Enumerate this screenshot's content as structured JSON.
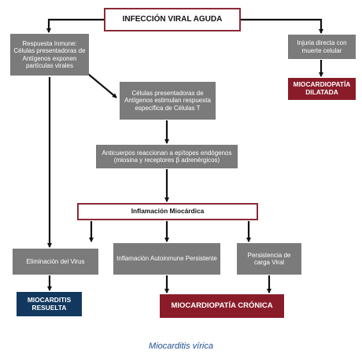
{
  "nodes": {
    "top": "INFECCIÓN VIRAL AGUDA",
    "immune": "Respuesta Inmune: Células presentadoras de Antígenos exponen partículas virales",
    "direct": "Injuria directa con muerte celular",
    "dilated": "MIOCARDIOPATÍA DILATADA",
    "tcell": "Células presentadoras de Antígenos estimulan respuesta específica de Células T",
    "antibodies": "Anticuerpos reaccionan a epítopes endógenos (miosina y receptores β adrenérgicos)",
    "inflammation": "Inflamación Miocárdica",
    "elimination": "Eliminación del Virus",
    "autoimmune": "Inflamación Autoinmune Persistente",
    "persistence": "Persistencia de carga Viral",
    "resolved": "MIOCARDITIS RESUELTA",
    "chronic": "MIOCARDIOPATÍA CRÓNICA"
  },
  "caption": "Miocarditis vírica",
  "colors": {
    "gray_box": "#7b7b7b",
    "navy_box": "#12385f",
    "red_box": "#8a1c2a",
    "outline_border": "#8a2a37",
    "caption_text": "#1f4f8f"
  }
}
